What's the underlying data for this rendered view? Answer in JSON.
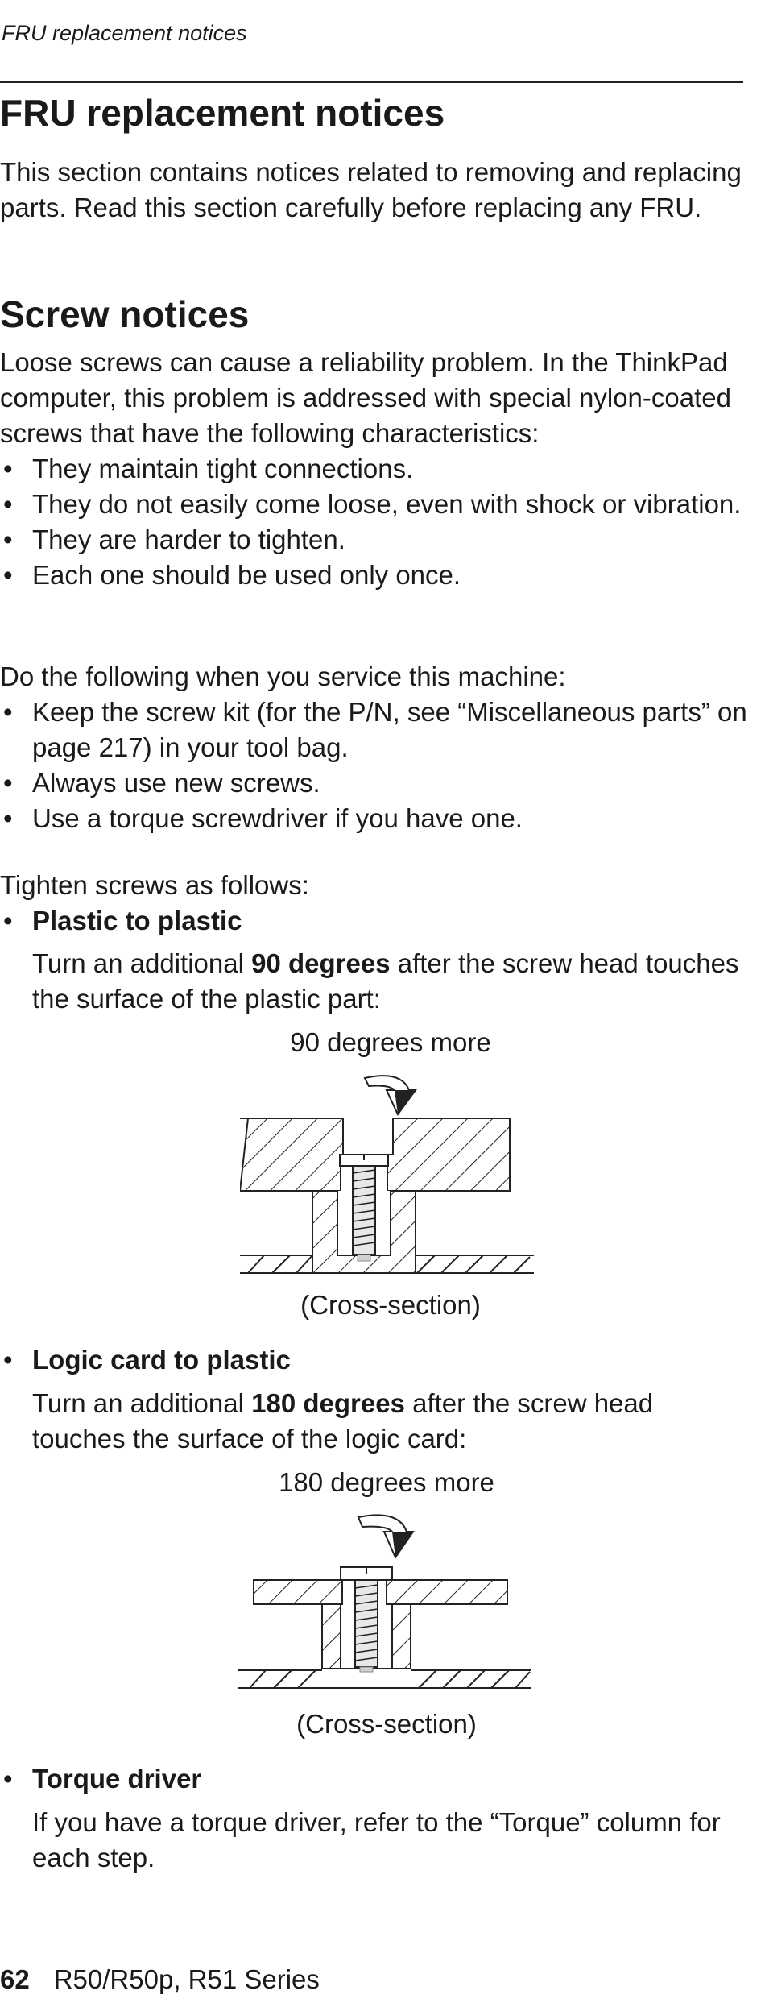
{
  "header": {
    "running_title": "FRU replacement notices"
  },
  "section": {
    "title": "FRU replacement notices",
    "intro": "This section contains notices related to removing and replacing parts. Read this section carefully before replacing any FRU."
  },
  "screw": {
    "title": "Screw notices",
    "intro": "Loose screws can cause a reliability problem. In the ThinkPad computer, this problem is addressed with special nylon-coated screws that have the following characteristics:",
    "characteristics": [
      "They maintain tight connections.",
      "They do not easily come loose, even with shock or vibration.",
      "They are harder to tighten.",
      "Each one should be used only once."
    ],
    "service_intro": "Do the following when you service this machine:",
    "service_steps": [
      "Keep the screw kit (for the P/N, see “Miscellaneous parts” on page 217) in your tool bag.",
      "Always use new screws.",
      "Use a torque screwdriver if you have one."
    ],
    "tighten_intro": "Tighten screws as follows:",
    "plastic": {
      "title": "Plastic to plastic",
      "text_before": "Turn an additional ",
      "text_bold": "90 degrees",
      "text_after": " after the screw head touches the surface of the plastic part:",
      "figure_label": "90 degrees more",
      "figure_caption": "(Cross-section)"
    },
    "logic": {
      "title": "Logic card to plastic",
      "text_before": "Turn an additional ",
      "text_bold": "180 degrees",
      "text_after": " after the screw head touches the surface of the logic card:",
      "figure_label": "180 degrees more",
      "figure_caption": "(Cross-section)"
    },
    "torque": {
      "title": "Torque driver",
      "text": "If you have a torque driver, refer to the “Torque” column for each step."
    }
  },
  "footer": {
    "page_number": "62",
    "series": "R50/R50p, R51 Series"
  }
}
